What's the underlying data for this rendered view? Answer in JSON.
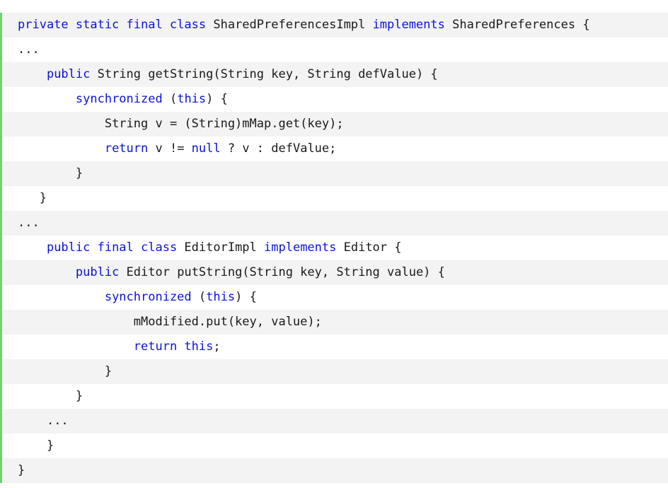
{
  "code_block": {
    "language": "java",
    "accent_border_color": "#6fd46f",
    "keyword_color": "#0a14d6",
    "row_bg_alt": "#f3f3f3",
    "lines": [
      {
        "indent": "",
        "tokens": [
          {
            "t": "private static final class",
            "k": true
          },
          {
            "t": " SharedPreferencesImpl ",
            "k": false
          },
          {
            "t": "implements",
            "k": true
          },
          {
            "t": " SharedPreferences {",
            "k": false
          }
        ]
      },
      {
        "indent": "",
        "tokens": [
          {
            "t": "...",
            "k": false
          }
        ]
      },
      {
        "indent": "    ",
        "tokens": [
          {
            "t": "public",
            "k": true
          },
          {
            "t": " String getString(String key, String defValue) {",
            "k": false
          }
        ]
      },
      {
        "indent": "        ",
        "tokens": [
          {
            "t": "synchronized",
            "k": true
          },
          {
            "t": " (",
            "k": false
          },
          {
            "t": "this",
            "k": true
          },
          {
            "t": ") {",
            "k": false
          }
        ]
      },
      {
        "indent": "            ",
        "tokens": [
          {
            "t": "String v = (String)mMap.get(key);",
            "k": false
          }
        ]
      },
      {
        "indent": "            ",
        "tokens": [
          {
            "t": "return",
            "k": true
          },
          {
            "t": " v != ",
            "k": false
          },
          {
            "t": "null",
            "k": true
          },
          {
            "t": " ? v : defValue;",
            "k": false
          }
        ]
      },
      {
        "indent": "        ",
        "tokens": [
          {
            "t": "}",
            "k": false
          }
        ]
      },
      {
        "indent": "   ",
        "tokens": [
          {
            "t": "}",
            "k": false
          }
        ]
      },
      {
        "indent": "",
        "tokens": [
          {
            "t": "...",
            "k": false
          }
        ]
      },
      {
        "indent": "    ",
        "tokens": [
          {
            "t": "public final class",
            "k": true
          },
          {
            "t": " EditorImpl ",
            "k": false
          },
          {
            "t": "implements",
            "k": true
          },
          {
            "t": " Editor {",
            "k": false
          }
        ]
      },
      {
        "indent": "        ",
        "tokens": [
          {
            "t": "public",
            "k": true
          },
          {
            "t": " Editor putString(String key, String value) {",
            "k": false
          }
        ]
      },
      {
        "indent": "            ",
        "tokens": [
          {
            "t": "synchronized",
            "k": true
          },
          {
            "t": " (",
            "k": false
          },
          {
            "t": "this",
            "k": true
          },
          {
            "t": ") {",
            "k": false
          }
        ]
      },
      {
        "indent": "                ",
        "tokens": [
          {
            "t": "mModified.put(key, value);",
            "k": false
          }
        ]
      },
      {
        "indent": "                ",
        "tokens": [
          {
            "t": "return this",
            "k": true
          },
          {
            "t": ";",
            "k": false
          }
        ]
      },
      {
        "indent": "            ",
        "tokens": [
          {
            "t": "}",
            "k": false
          }
        ]
      },
      {
        "indent": "        ",
        "tokens": [
          {
            "t": "}",
            "k": false
          }
        ]
      },
      {
        "indent": "    ",
        "tokens": [
          {
            "t": "...",
            "k": false
          }
        ]
      },
      {
        "indent": "    ",
        "tokens": [
          {
            "t": "}",
            "k": false
          }
        ]
      },
      {
        "indent": "",
        "tokens": [
          {
            "t": "}",
            "k": false
          }
        ]
      }
    ]
  }
}
